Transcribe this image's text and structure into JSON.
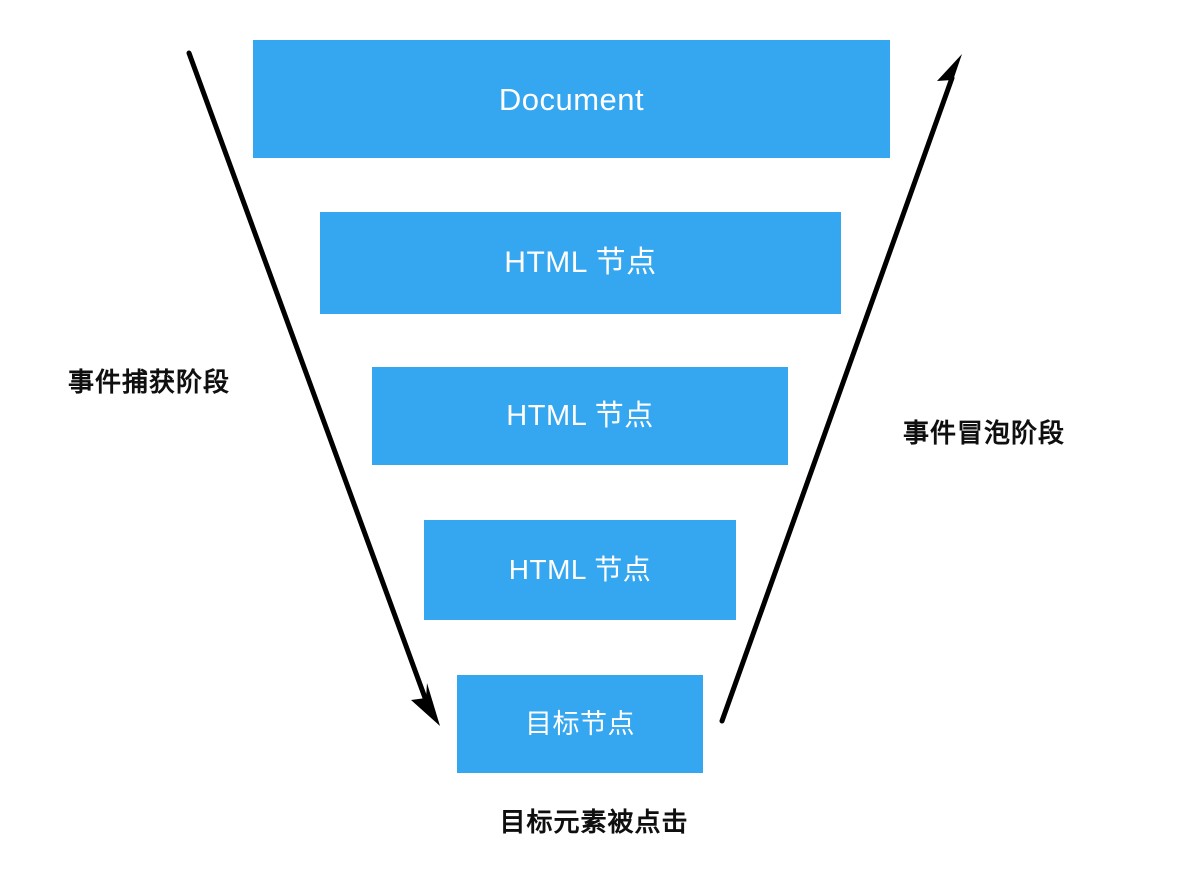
{
  "diagram": {
    "title_caption": "目标元素被点击",
    "accent_color": "#35a6f0",
    "text_color_on_bar": "#ffffff",
    "label_color": "#0f0f0f",
    "background": "#ffffff",
    "bars": [
      {
        "label": "Document",
        "level": 1
      },
      {
        "label": "HTML 节点",
        "level": 2
      },
      {
        "label": "HTML 节点",
        "level": 3
      },
      {
        "label": "HTML 节点",
        "level": 4
      },
      {
        "label": "目标节点",
        "level": 5
      }
    ],
    "phases": {
      "capture": "事件捕获阶段",
      "bubble": "事件冒泡阶段"
    },
    "arrows": {
      "capture_direction": "down",
      "bubble_direction": "up"
    }
  }
}
